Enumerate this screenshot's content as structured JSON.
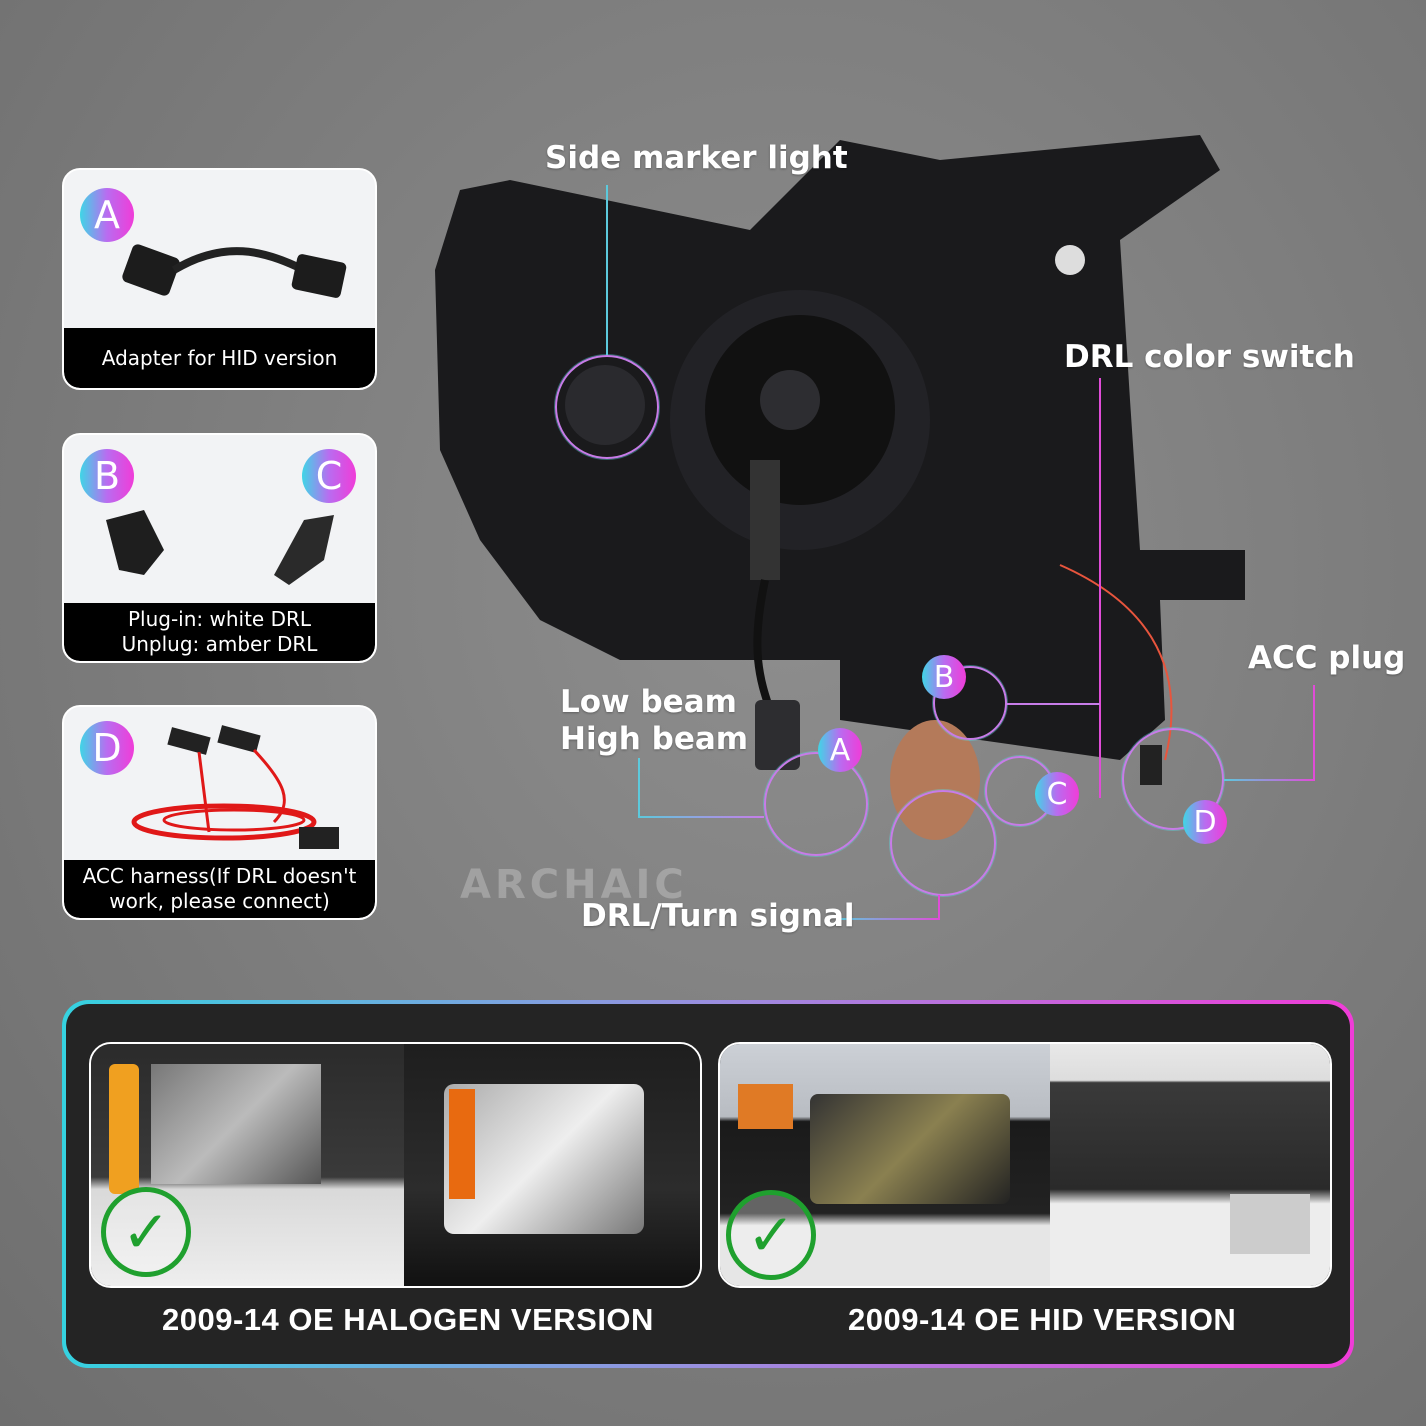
{
  "cards": [
    {
      "badges": [
        "A"
      ],
      "caption": [
        "Adapter for HID version"
      ]
    },
    {
      "badges": [
        "B",
        "C"
      ],
      "caption": [
        "Plug-in: white DRL",
        "Unplug: amber DRL"
      ]
    },
    {
      "badges": [
        "D"
      ],
      "caption": [
        "ACC harness(If DRL doesn't",
        "work, please connect)"
      ]
    }
  ],
  "callouts": {
    "side_marker": "Side marker light",
    "drl_color_switch": "DRL color switch",
    "acc_plug": "ACC plug",
    "low_beam": "Low beam",
    "high_beam": "High beam",
    "drl_turn": "DRL/Turn signal"
  },
  "markers": {
    "a": "A",
    "b": "B",
    "c": "C",
    "d": "D"
  },
  "watermark": "ARCHAIC",
  "versions": [
    {
      "label": "2009-14 OE HALOGEN VERSION",
      "compatible": true
    },
    {
      "label": "2009-14 OE HID VERSION",
      "compatible": true
    }
  ],
  "colors": {
    "accent_cyan": "#3fd6e6",
    "accent_magenta": "#f03cd8",
    "check_green": "#1fa02e"
  }
}
